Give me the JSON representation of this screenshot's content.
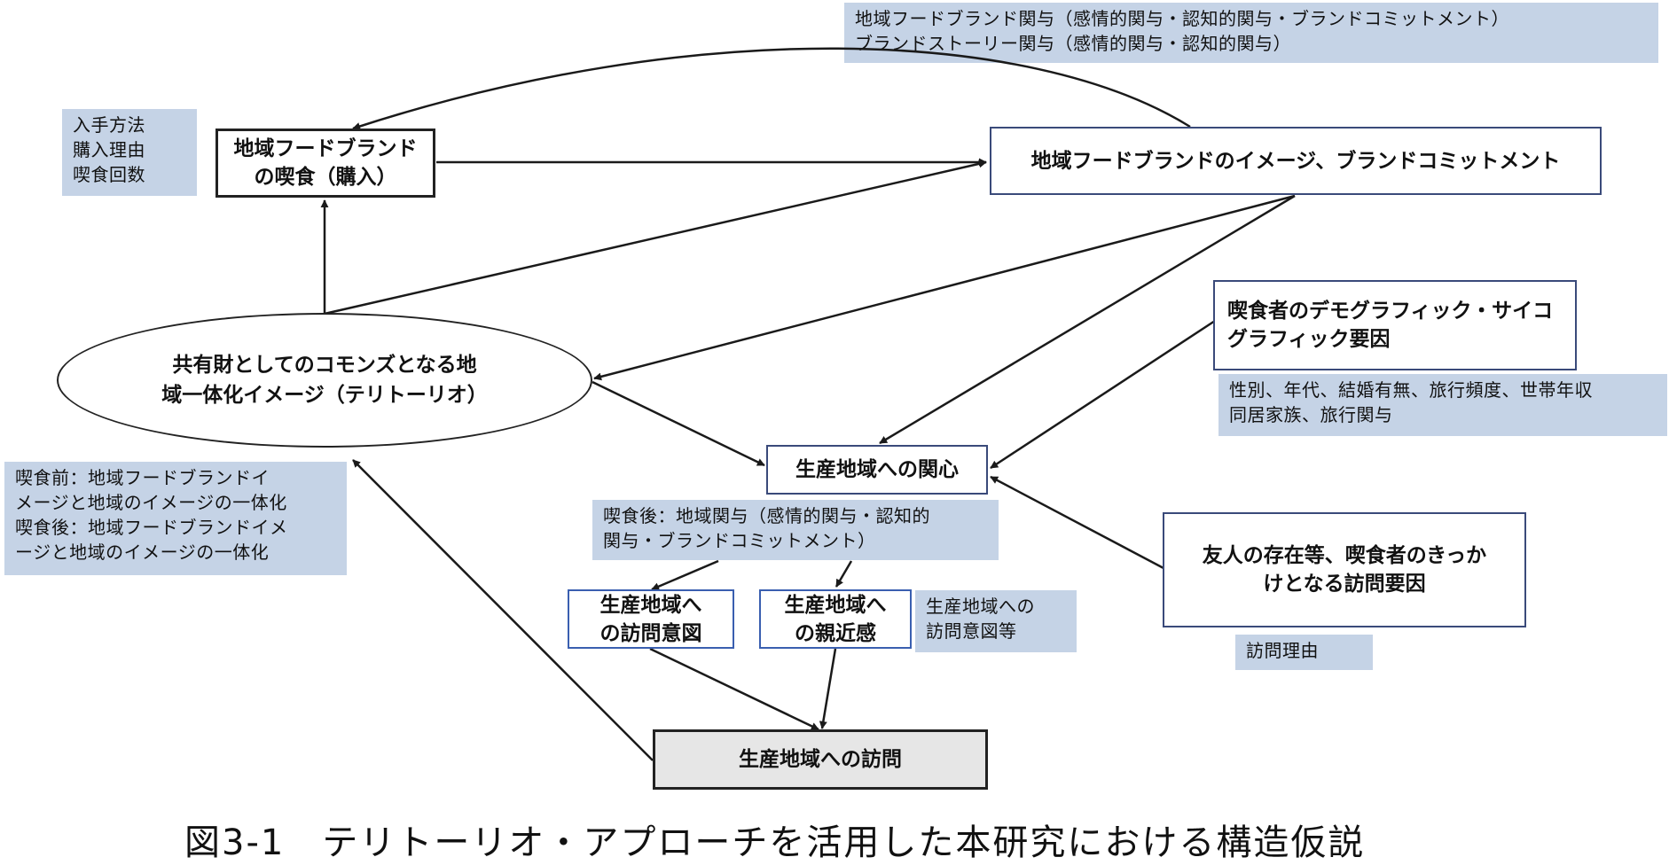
{
  "notes": {
    "top_right": "地域フードブランド関与（感情的関与・認知的関与・ブランドコミットメント）\nブランドストーリー関与（感情的関与・認知的関与）",
    "purchase_method": "入手方法\n購入理由\n喫食回数",
    "demographic_items": "性別、年代、結婚有無、旅行頻度、世帯年収\n同居家族、旅行関与",
    "integration": "喫食前：地域フードブランドイ\nメージと地域のイメージの一体化\n喫食後：地域フードブランドイメ\nージと地域のイメージの一体化",
    "after_eating": "喫食後：地域関与（感情的関与・認知的\n関与・ブランドコミットメント）",
    "visit_intention_etc": "生産地域への\n訪問意図等",
    "visit_reason": "訪問理由"
  },
  "nodes": {
    "eating": "地域フードブランド\nの喫食（購入）",
    "brand_image": "地域フードブランドのイメージ、ブランドコミットメント",
    "commons": "共有財としてのコモンズとなる地\n域一体化イメージ（テリトーリオ）",
    "demographic": "喫食者のデモグラフィック・サイコ\nグラフィック要因",
    "interest": "生産地域への関心",
    "friends": "友人の存在等、喫食者のきっか\nけとなる訪問要因",
    "intention": "生産地域へ\nの訪問意図",
    "affinity": "生産地域へ\nの親近感",
    "visit": "生産地域への訪問"
  },
  "caption": "図3-1　テリトーリオ・アプローチを活用した本研究における構造仮説"
}
